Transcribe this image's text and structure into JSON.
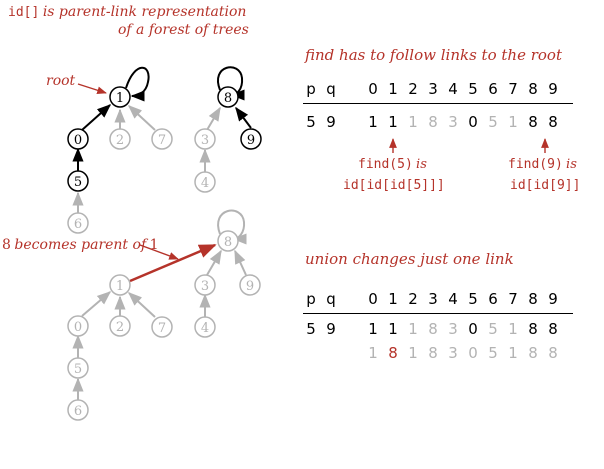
{
  "colors": {
    "red": "#b5332a",
    "gray": "#b3b3b3",
    "black": "#000000"
  },
  "captions": {
    "top_left_line1_code": "id[]",
    "top_left_line1_rest": "is parent-link representation",
    "top_left_line2": "of a forest of trees",
    "root_label": "root",
    "find_title": "find has to follow links to the root",
    "find5_line1_code": "find(5)",
    "find5_line1_rest": "is",
    "find5_line2": "id[id[id[5]]]",
    "find9_line1_code": "find(9)",
    "find9_line1_rest": "is",
    "find9_line2": "id[id[9]]",
    "union_title": "union changes just one link",
    "eight_parent_num": "8",
    "eight_parent_rest": "becomes parent of",
    "eight_parent_num2": "1"
  },
  "tree_top": {
    "nodes": [
      {
        "id": "1",
        "color": "black"
      },
      {
        "id": "0",
        "color": "black"
      },
      {
        "id": "2",
        "color": "gray"
      },
      {
        "id": "7",
        "color": "gray"
      },
      {
        "id": "5",
        "color": "black"
      },
      {
        "id": "6",
        "color": "gray"
      },
      {
        "id": "8",
        "color": "black"
      },
      {
        "id": "3",
        "color": "gray"
      },
      {
        "id": "9",
        "color": "black"
      },
      {
        "id": "4",
        "color": "gray"
      }
    ]
  },
  "tree_bottom": {
    "nodes": [
      {
        "id": "8"
      },
      {
        "id": "1"
      },
      {
        "id": "3"
      },
      {
        "id": "9"
      },
      {
        "id": "0"
      },
      {
        "id": "2"
      },
      {
        "id": "7"
      },
      {
        "id": "4"
      },
      {
        "id": "5"
      },
      {
        "id": "6"
      }
    ]
  },
  "table_find": {
    "header_pq": [
      "p",
      "q"
    ],
    "header_idx": [
      "0",
      "1",
      "2",
      "3",
      "4",
      "5",
      "6",
      "7",
      "8",
      "9"
    ],
    "row_pq": [
      "5",
      "9"
    ],
    "row_vals": [
      "1",
      "1",
      "1",
      "8",
      "3",
      "0",
      "5",
      "1",
      "8",
      "8"
    ],
    "row_colors": [
      "black",
      "black",
      "gray",
      "gray",
      "gray",
      "black",
      "gray",
      "gray",
      "black",
      "black"
    ]
  },
  "table_union": {
    "header_pq": [
      "p",
      "q"
    ],
    "header_idx": [
      "0",
      "1",
      "2",
      "3",
      "4",
      "5",
      "6",
      "7",
      "8",
      "9"
    ],
    "row_pq": [
      "5",
      "9"
    ],
    "row_vals": [
      "1",
      "1",
      "1",
      "8",
      "3",
      "0",
      "5",
      "1",
      "8",
      "8"
    ],
    "row_colors": [
      "black",
      "black",
      "gray",
      "gray",
      "gray",
      "black",
      "gray",
      "gray",
      "black",
      "black"
    ],
    "row2_vals": [
      "1",
      "8",
      "1",
      "8",
      "3",
      "0",
      "5",
      "1",
      "8",
      "8"
    ],
    "row2_colors": [
      "gray",
      "red",
      "gray",
      "gray",
      "gray",
      "gray",
      "gray",
      "gray",
      "gray",
      "gray"
    ]
  }
}
